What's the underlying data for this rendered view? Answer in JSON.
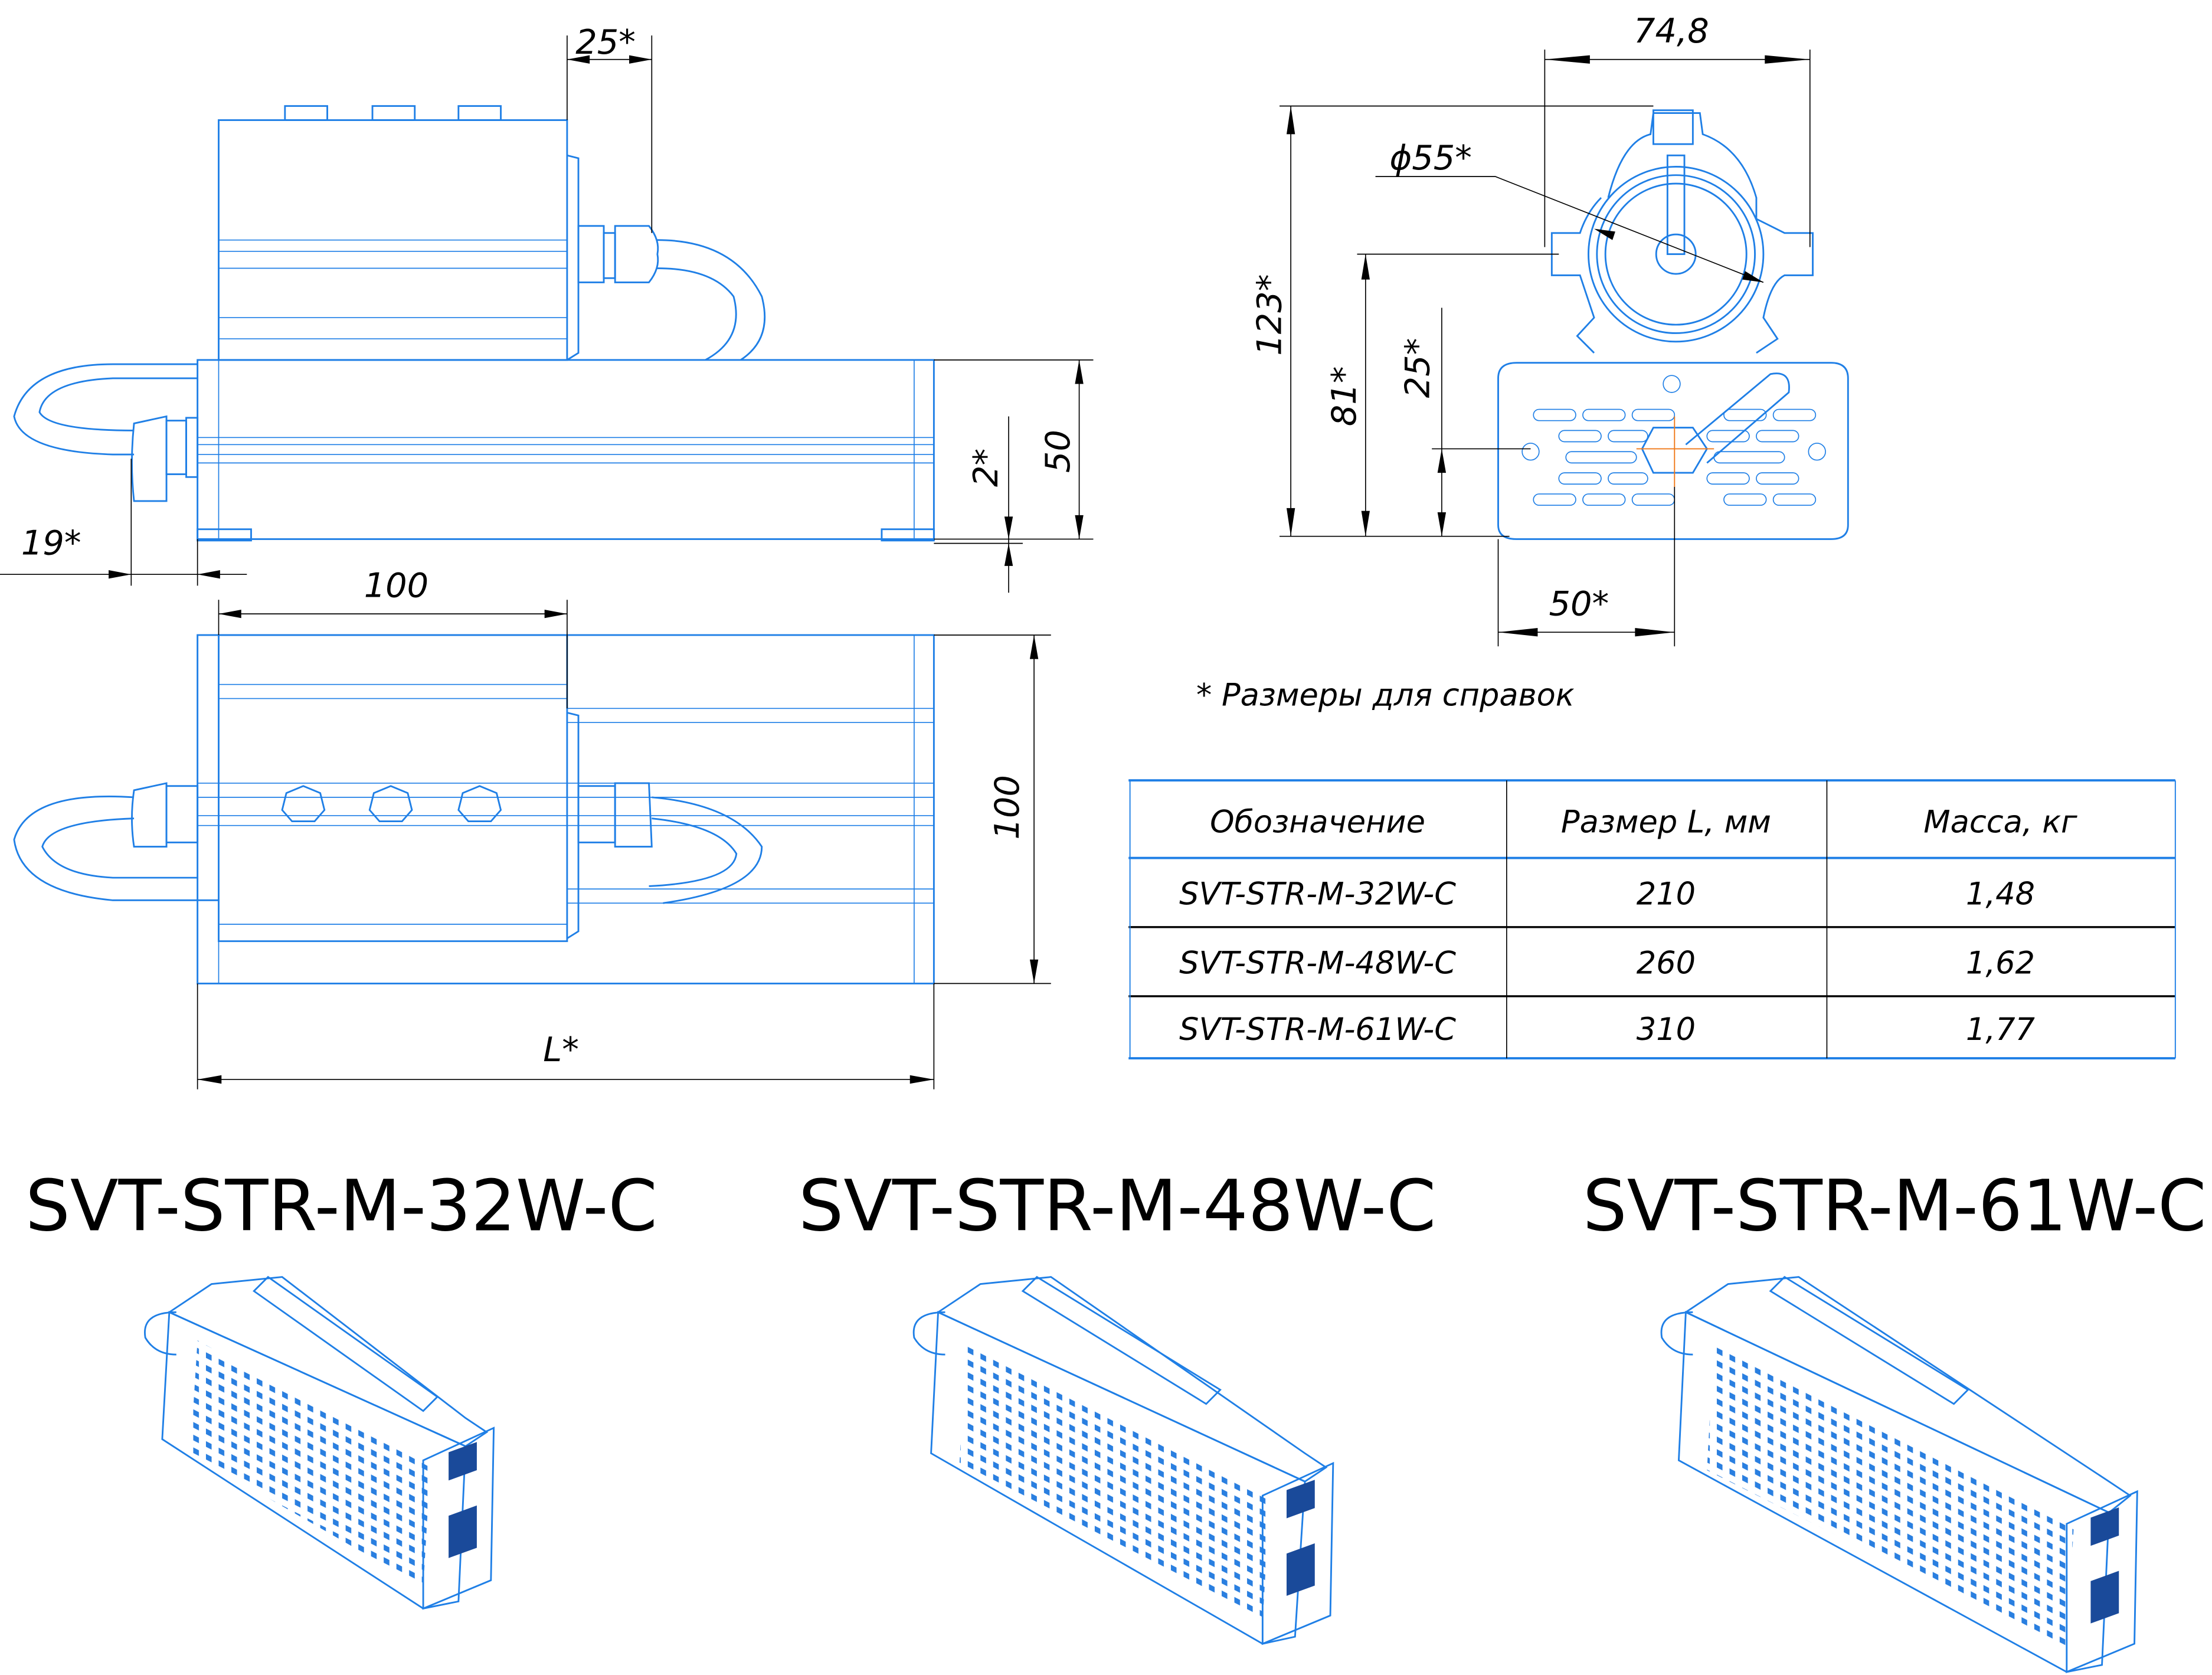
{
  "drawing": {
    "side_view_dims": {
      "cable_offset": "25*",
      "height": "50",
      "offset_small": "2*",
      "gland_offset": "19*"
    },
    "top_view_dims": {
      "housing_length": "100",
      "width": "100",
      "length": "L*"
    },
    "end_view_dims": {
      "width": "74,8",
      "diameter": "ϕ55*",
      "total_height": "123*",
      "axis_height": "81*",
      "mount_height": "25*",
      "half_width": "50*"
    },
    "note": "* Размеры для справок",
    "colors": {
      "line": "#1f7fe6",
      "dimension": "#000000",
      "centerline": "#f07a1a"
    }
  },
  "table": {
    "headers": [
      "Обозначение",
      "Размер L, мм",
      "Масса, кг"
    ],
    "rows": [
      [
        "SVT-STR-M-32W-C",
        "210",
        "1,48"
      ],
      [
        "SVT-STR-M-48W-C",
        "260",
        "1,62"
      ],
      [
        "SVT-STR-M-61W-C",
        "310",
        "1,77"
      ]
    ]
  },
  "products": [
    {
      "title": "SVT-STR-M-32W-C"
    },
    {
      "title": "SVT-STR-M-48W-C"
    },
    {
      "title": "SVT-STR-M-61W-C"
    }
  ]
}
